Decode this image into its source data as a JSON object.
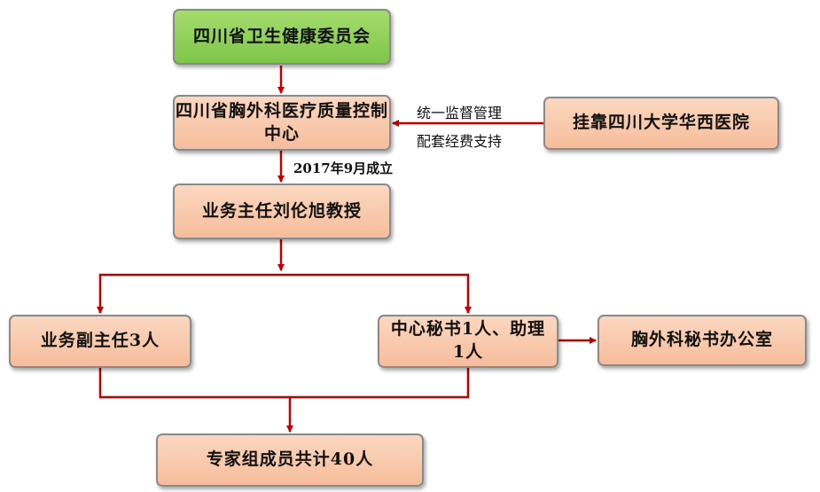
{
  "nodes": {
    "health_commission": "四川省卫生健康委员会",
    "qc_center": "四川省胸外科医疗质量控制中心",
    "huaxi": "挂靠四川大学华西医院",
    "director": "业务主任刘伦旭教授",
    "vice_director": "业务副主任3人",
    "secretary": "中心秘书1人、助理1人",
    "secretary_office": "胸外科秘书办公室",
    "experts": "专家组成员共计40人"
  },
  "labels": {
    "unified_supervision": "统一监督管理",
    "funding_support": "配套经费支持",
    "established": "2017年9月成立"
  },
  "colors": {
    "arrow": "#c00000",
    "box_fill": "#f6bd9c",
    "root_fill": "#8ecf55"
  }
}
